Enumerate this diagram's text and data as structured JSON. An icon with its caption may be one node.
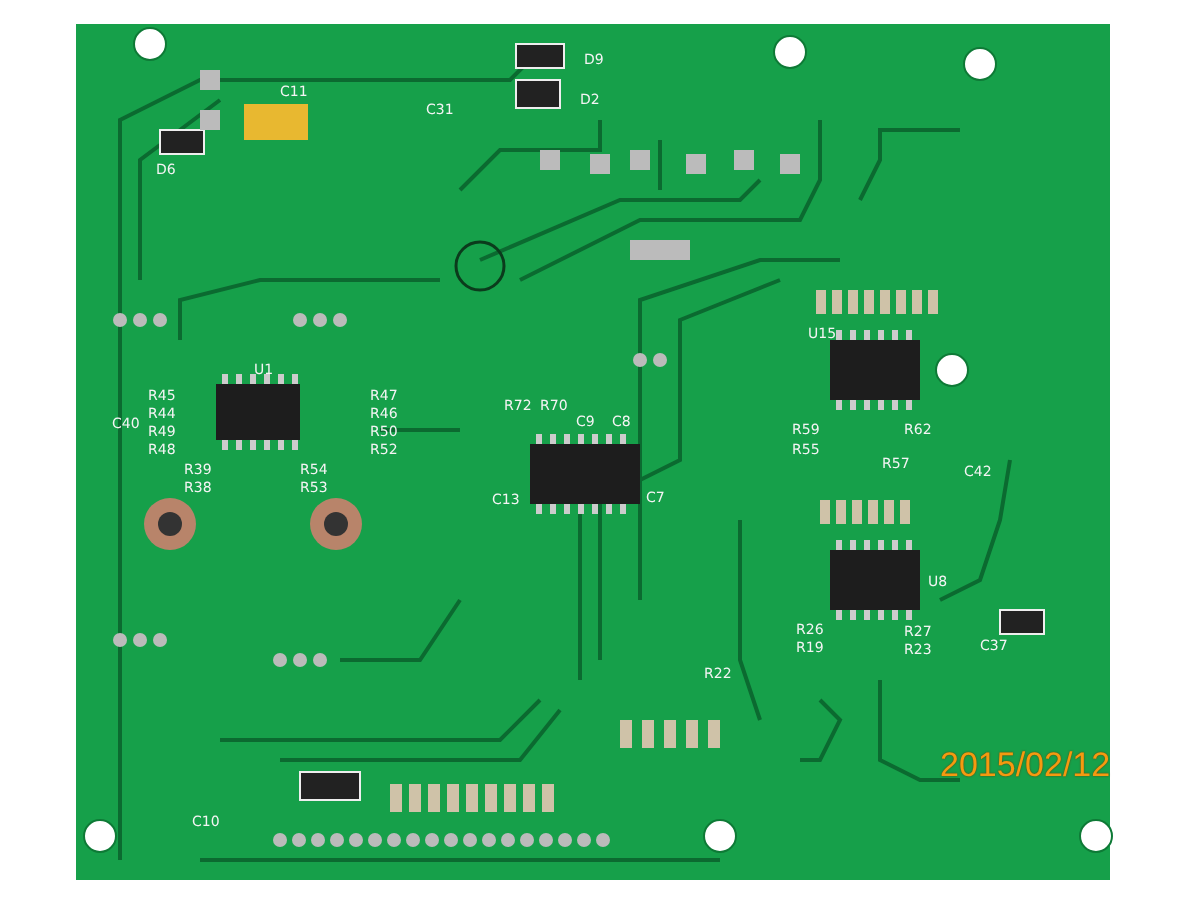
{
  "diagram": {
    "labels": [
      "C11",
      "D9",
      "D2",
      "C31",
      "D6",
      "U1",
      "R45",
      "R47",
      "C40",
      "R44",
      "R46",
      "R49",
      "R50",
      "R48",
      "R52",
      "R39",
      "R54",
      "R38",
      "R53",
      "U15",
      "R72",
      "R70",
      "C9",
      "C8",
      "C13",
      "C7",
      "R59",
      "R62",
      "R55",
      "R57",
      "C42",
      "U8",
      "R26",
      "R27",
      "R19",
      "R23",
      "C37",
      "R22",
      "C10",
      "2015/02/12"
    ]
  }
}
